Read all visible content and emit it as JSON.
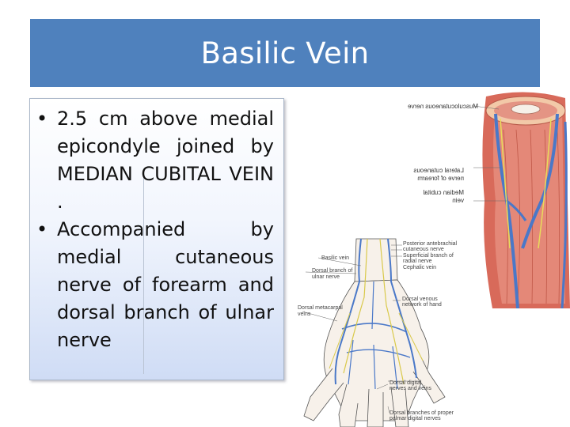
{
  "slide": {
    "title": "Basilic Vein",
    "bullets": [
      "2.5 cm above medial epicondyle joined by MEDIAN CUBITAL VEIN .",
      "Accompanied by medial cutaneous nerve of forearm and dorsal branch of ulnar nerve"
    ],
    "bullet_symbol": "•"
  },
  "hand_figure": {
    "labels": {
      "basilic_vein": "Basilic vein",
      "dorsal_branch_ulnar_1": "Dorsal branch of",
      "dorsal_branch_ulnar_2": "ulnar nerve",
      "dorsal_metacarpal_1": "Dorsal metacarpal",
      "dorsal_metacarpal_2": "veins",
      "posterior_cutaneous_1": "Posterior antebrachial",
      "posterior_cutaneous_2": "cutaneous nerve",
      "superficial_radial_1": "Superficial branch of",
      "superficial_radial_2": "radial nerve",
      "cephalic_vein": "Cephalic vein",
      "dorsal_venous_arch_1": "Dorsal venous",
      "dorsal_venous_arch_2": "network of hand",
      "dorsal_digital_1": "Dorsal digital",
      "dorsal_digital_2": "nerves and veins",
      "proper_palmar_1": "Dorsal branches of proper",
      "proper_palmar_2": "palmar digital nerves"
    }
  },
  "arm_figure": {
    "labels": {
      "musculocutaneous": "Musculocutaneous nerve",
      "lateral_cutaneous_1": "Lateral cutaneous",
      "lateral_cutaneous_2": "nerve of forearm",
      "median_cubital_1": "Median cubital",
      "median_cubital_2": "vein"
    }
  },
  "colors": {
    "title_bar": "#4f81bd",
    "title_text": "#ffffff",
    "vein": "#4a78c8",
    "muscle": "#d86a5a",
    "nerve": "#e8dc5a"
  }
}
